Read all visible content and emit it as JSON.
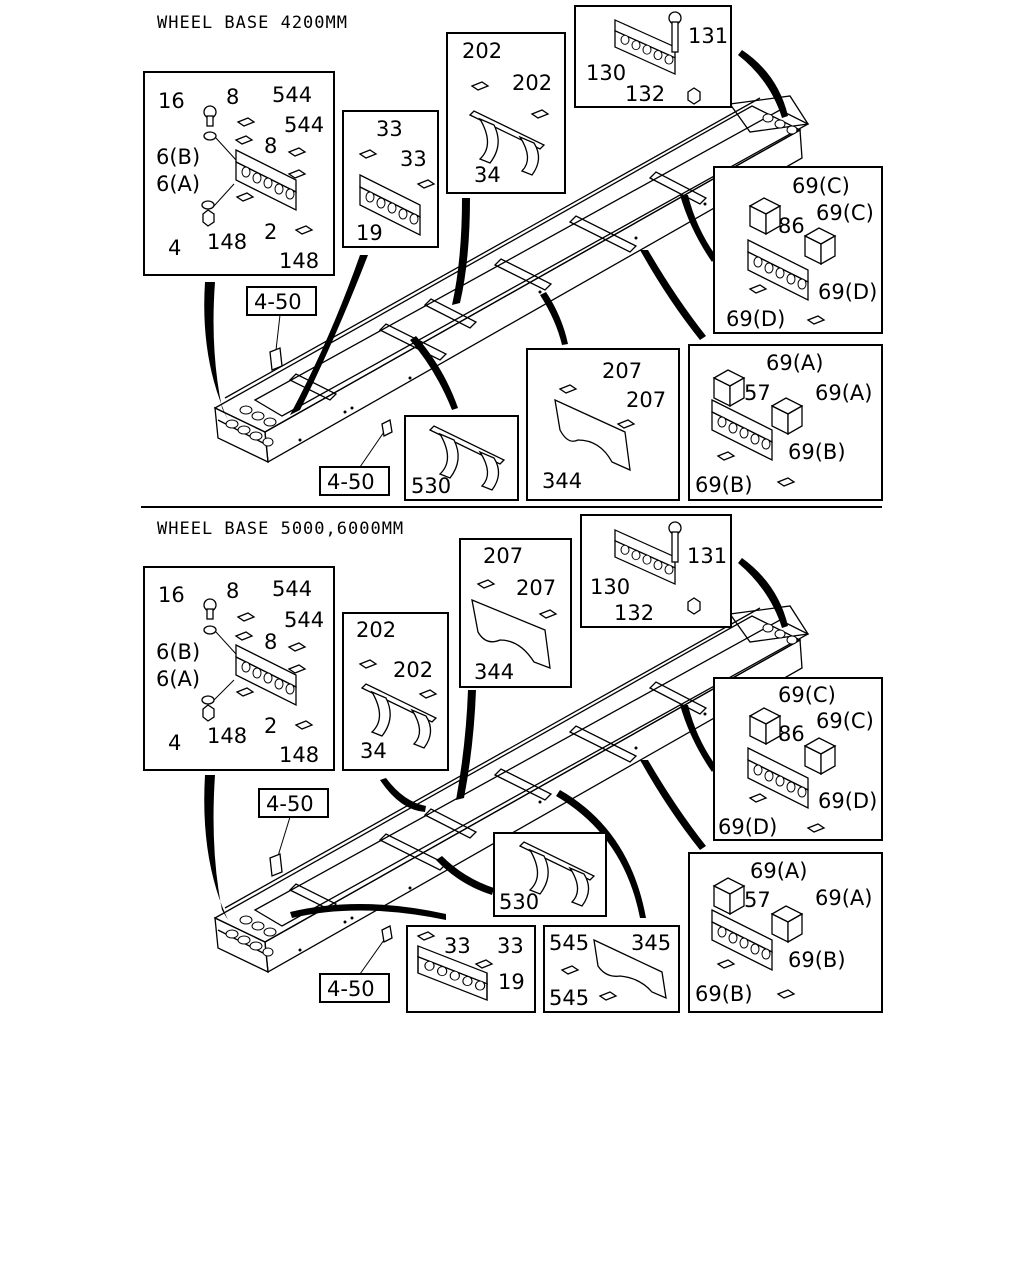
{
  "sections": [
    {
      "title": "WHEEL BASE 4200MM",
      "labels": {
        "box_mount": [
          "16",
          "8",
          "544",
          "544",
          "8",
          "6(B)",
          "6(A)",
          "4",
          "148",
          "2",
          "148"
        ],
        "box_crossmember_19": [
          "33",
          "33",
          "19"
        ],
        "box_crossmember_34": [
          "202",
          "202",
          "34"
        ],
        "box_rear_bracket": [
          "131",
          "130",
          "132"
        ],
        "box_crossmember_86": [
          "69(C)",
          "69(C)",
          "86",
          "69(D)",
          "69(D)"
        ],
        "box_crossmember_57": [
          "69(A)",
          "57",
          "69(A)",
          "69(B)",
          "69(B)"
        ],
        "box_crossmember_344": [
          "207",
          "207",
          "344"
        ],
        "box_crossmember_530": [
          "530"
        ]
      },
      "refs": [
        "4-50",
        "4-50"
      ]
    },
    {
      "title": "WHEEL BASE 5000,6000MM",
      "labels": {
        "box_mount": [
          "16",
          "8",
          "544",
          "544",
          "8",
          "6(B)",
          "6(A)",
          "4",
          "148",
          "2",
          "148"
        ],
        "box_crossmember_34": [
          "202",
          "202",
          "34"
        ],
        "box_crossmember_344": [
          "207",
          "207",
          "344"
        ],
        "box_rear_bracket": [
          "131",
          "130",
          "132"
        ],
        "box_crossmember_86": [
          "69(C)",
          "69(C)",
          "86",
          "69(D)",
          "69(D)"
        ],
        "box_crossmember_57": [
          "69(A)",
          "57",
          "69(A)",
          "69(B)",
          "69(B)"
        ],
        "box_crossmember_530": [
          "530"
        ],
        "box_crossmember_19": [
          "33",
          "33",
          "19"
        ],
        "box_crossmember_345": [
          "545",
          "345",
          "545"
        ]
      },
      "refs": [
        "4-50",
        "4-50"
      ]
    }
  ]
}
